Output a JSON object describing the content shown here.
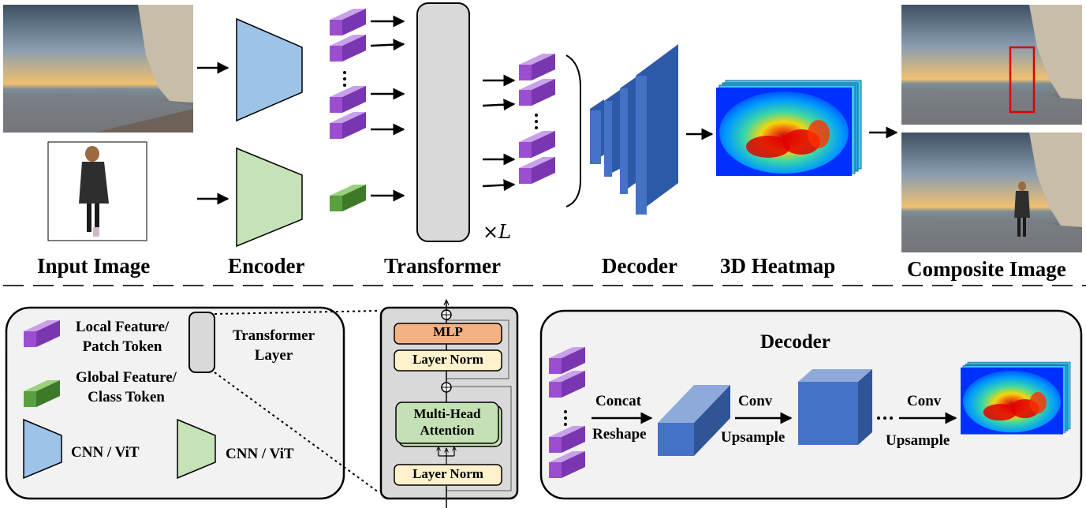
{
  "stages": {
    "input": "Input Image",
    "encoder": "Encoder",
    "transformer": "Transformer",
    "decoder": "Decoder",
    "heatmap": "3D Heatmap",
    "composite": "Composite Image"
  },
  "repeat_label": "×L",
  "legend": {
    "local_line1": "Local Feature/",
    "local_line2": "Patch Token",
    "global_line1": "Global Feature/",
    "global_line2": "Class Token",
    "transformer_line1": "Transformer",
    "transformer_line2": "Layer",
    "cnn_vit_1": "CNN / ViT",
    "cnn_vit_2": "CNN / ViT"
  },
  "transformer_layer": {
    "mlp": "MLP",
    "norm_top": "Layer Norm",
    "attn_line1": "Multi-Head",
    "attn_line2": "Attention",
    "norm_bottom": "Layer Norm"
  },
  "decoder_detail": {
    "title": "Decoder",
    "concat": "Concat",
    "reshape": "Reshape",
    "conv1": "Conv",
    "upsample1": "Upsample",
    "conv2": "Conv",
    "upsample2": "Upsample"
  },
  "colors": {
    "token_purple": "#9b4fd0",
    "token_green": "#5aa040",
    "encoder_blue": "#9ec3e8",
    "encoder_green": "#c5e3b6",
    "decoder_blue": "#4472c4",
    "mlp_orange": "#f4b183",
    "attention_green": "#c5e0b4",
    "layernorm_yellow": "#fff2cc",
    "highlight_red": "#e00000"
  }
}
